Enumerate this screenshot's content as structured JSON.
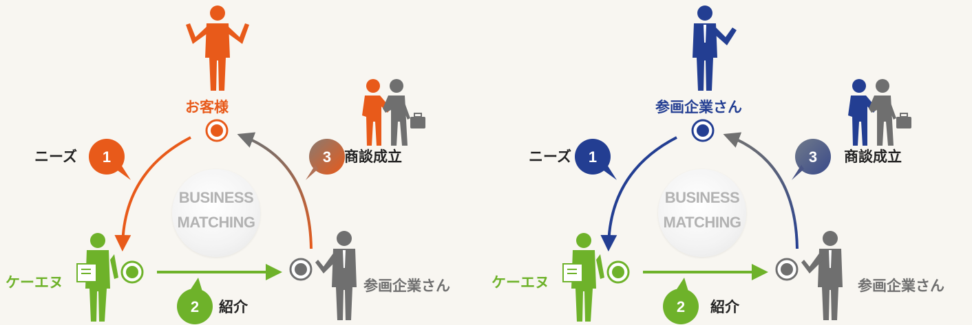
{
  "panels": [
    {
      "top_label": "お客様",
      "accent": "#e85a1a",
      "needs_label": "ニーズ",
      "step1": "1",
      "step2": "2",
      "step3": "3",
      "deal_label": "商談成立",
      "intro_label": "紹介",
      "left_label": "ケーエヌ",
      "right_label": "参画企業さん",
      "center_line1": "BUSINESS",
      "center_line2": "MATCHING"
    },
    {
      "top_label": "参画企業さん",
      "accent": "#233e92",
      "needs_label": "ニーズ",
      "step1": "1",
      "step2": "2",
      "step3": "3",
      "deal_label": "商談成立",
      "intro_label": "紹介",
      "left_label": "ケーエヌ",
      "right_label": "参画企業さん",
      "center_line1": "BUSINESS",
      "center_line2": "MATCHING"
    }
  ],
  "colors": {
    "green": "#6eb22a",
    "gray": "#6f6f6f",
    "text": "#222222"
  }
}
